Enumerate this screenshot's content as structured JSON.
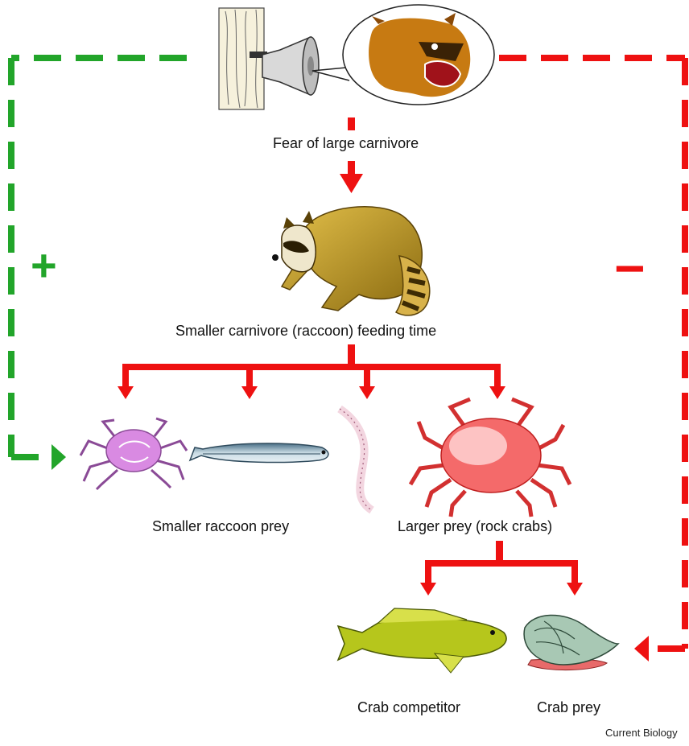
{
  "labels": {
    "fear": "Fear of large carnivore",
    "raccoon": "Smaller carnivore (raccoon) feeding time",
    "small_prey": "Smaller raccoon prey",
    "large_prey": "Larger prey (rock crabs)",
    "competitor": "Crab competitor",
    "crab_prey": "Crab prey"
  },
  "signs": {
    "positive": "+",
    "negative": "−"
  },
  "credit": "Current Biology",
  "colors": {
    "negative_path": "#ee1111",
    "positive_path": "#22a52a",
    "raccoon": "#c89a14",
    "small_crab": "#d68ae0",
    "rock_crab": "#f05050",
    "fish": "#9ab814",
    "snail": "#7fa88c"
  },
  "icons": [
    "tree-icon",
    "speaker-icon",
    "snarling-carnivore-icon",
    "raccoon-icon",
    "purple-crab-icon",
    "fish-icon",
    "worm-icon",
    "rock-crab-icon",
    "sculpin-icon",
    "snail-icon"
  ]
}
